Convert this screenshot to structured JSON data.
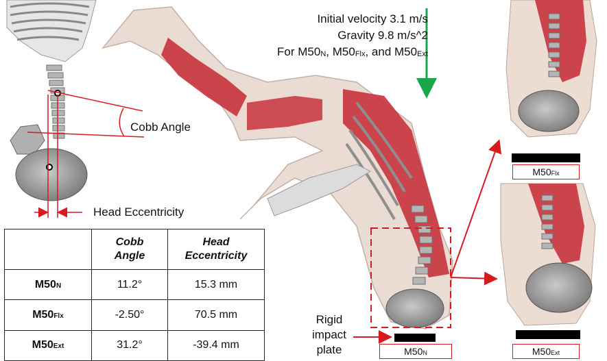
{
  "params": {
    "line1": "Initial velocity 3.1 m/s",
    "line2": "Gravity 9.8 m/s^2",
    "line3_prefix": "For M50",
    "line3_n": "N",
    "line3_mid1": ", M50",
    "line3_flx": "Flx",
    "line3_mid2": ", and M50",
    "line3_ext": "Ext"
  },
  "labels": {
    "cobb": "Cobb Angle",
    "head_ecc": "Head Eccentricity",
    "rigid1": "Rigid",
    "rigid2": "impact",
    "rigid3": "plate"
  },
  "boxes": {
    "n": {
      "base": "M50",
      "sub": "N"
    },
    "flx": {
      "base": "M50",
      "sub": "Flx"
    },
    "ext": {
      "base": "M50",
      "sub": "Ext"
    }
  },
  "table": {
    "header": [
      "",
      "Cobb Angle",
      "Head Eccentricity"
    ],
    "rows": [
      {
        "base": "M50",
        "sub": "N",
        "cobb": "11.2°",
        "ecc": "15.3 mm"
      },
      {
        "base": "M50",
        "sub": "Flx",
        "cobb": "-2.50°",
        "ecc": "70.5 mm"
      },
      {
        "base": "M50",
        "sub": "Ext",
        "cobb": "31.2°",
        "ecc": "-39.4 mm"
      }
    ]
  },
  "colors": {
    "accent": "#d71920",
    "arrow": "#1aa64a",
    "muscle": "#c8323c",
    "bone": "#9a9a9a"
  }
}
